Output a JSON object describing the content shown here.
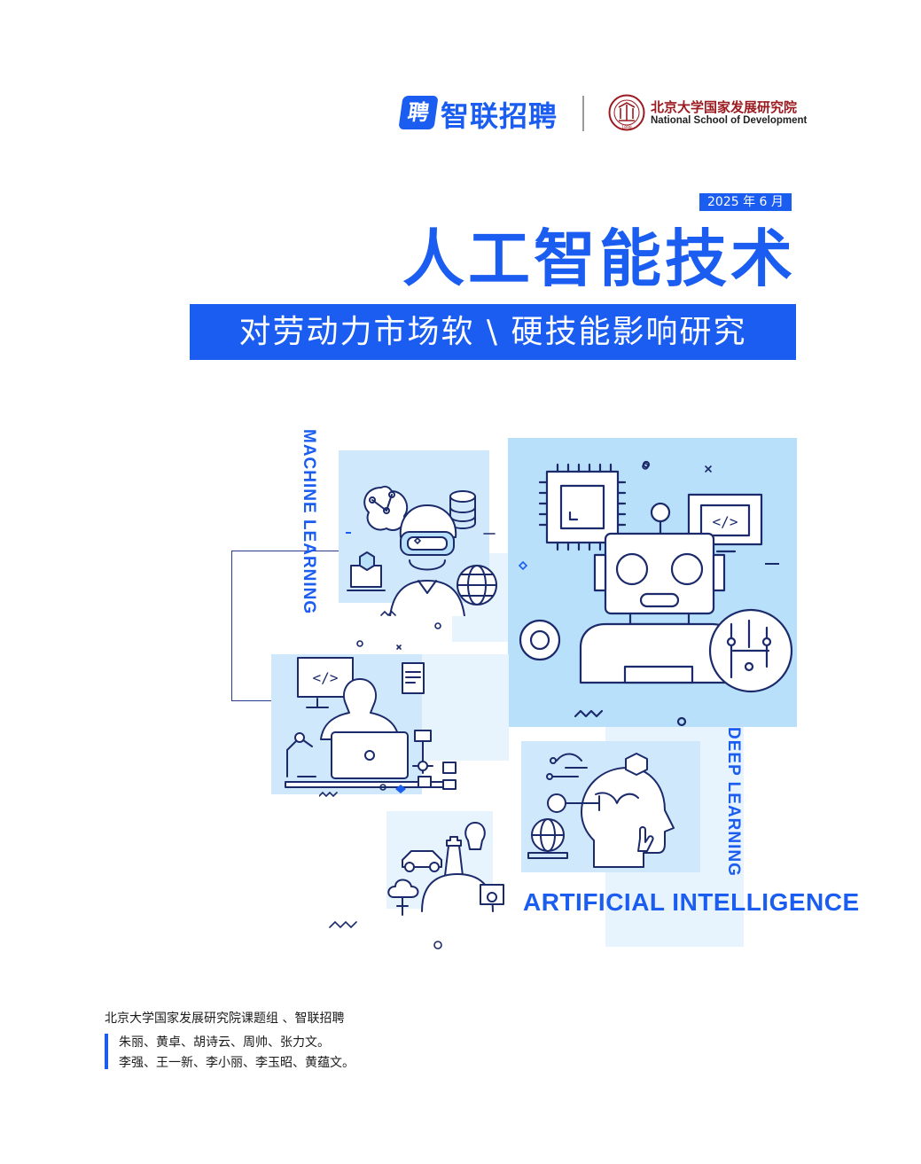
{
  "header": {
    "zhaopin_badge": "聘",
    "zhaopin_name": "智联招聘",
    "pku_name_cn": "北京大学国家发展研究院",
    "pku_name_en": "National School of Development",
    "pku_seal_text": "1898"
  },
  "cover": {
    "date": "2025 年 6 月",
    "title": "人工智能技术",
    "subtitle": "对劳动力市场软 \\ 硬技能影响研究",
    "accent_color": "#1a5df0"
  },
  "illustration": {
    "label_machine_learning": "MACHINE LEARNING",
    "label_deep_learning": "DEEP LEARNING",
    "label_ai": "ARTIFICIAL INTELLIGENCE",
    "code_glyph": "</>",
    "icons": [
      "vr-person-icon",
      "robot-icon",
      "chip-icon",
      "gear-icon",
      "globe-icon",
      "laptop-icon",
      "robot-arm-icon",
      "ai-head-icon",
      "brain-icon",
      "cloud-icon",
      "car-icon",
      "chess-icon"
    ]
  },
  "footer": {
    "org": "北京大学国家发展研究院课题组 、智联招聘",
    "authors_line1": "朱丽、黄卓、胡诗云、周帅、张力文。",
    "authors_line2": "李强、王一新、李小丽、李玉昭、黄蕴文。"
  }
}
